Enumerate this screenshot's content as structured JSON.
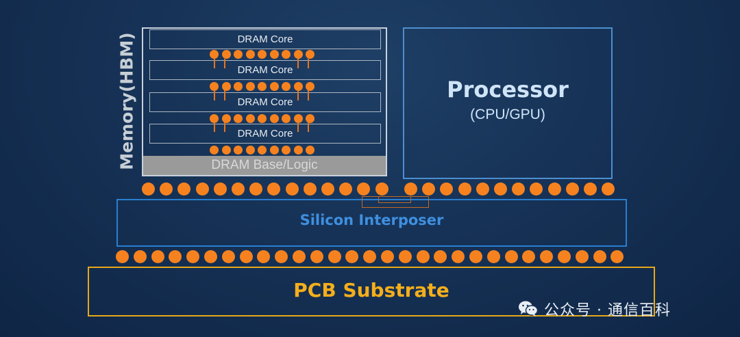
{
  "memory": {
    "label": "Memory(HBM)",
    "cores": [
      "DRAM Core",
      "DRAM Core",
      "DRAM Core",
      "DRAM Core"
    ],
    "base_label": "DRAM Base/Logic"
  },
  "processor": {
    "title": "Processor",
    "subtitle": "(CPU/GPU)"
  },
  "interposer": {
    "label": "Silicon Interposer"
  },
  "pcb": {
    "label": "PCB Substrate"
  },
  "watermark": {
    "text": "公众号 · 通信百科",
    "icon": "wechat-icon"
  },
  "colors": {
    "background": "#163256",
    "bump": "#f6821f",
    "interposer": "#2a7fd0",
    "pcb": "#e7a919",
    "processor_border": "#4d8fd0",
    "base": "#9a9a9a"
  }
}
